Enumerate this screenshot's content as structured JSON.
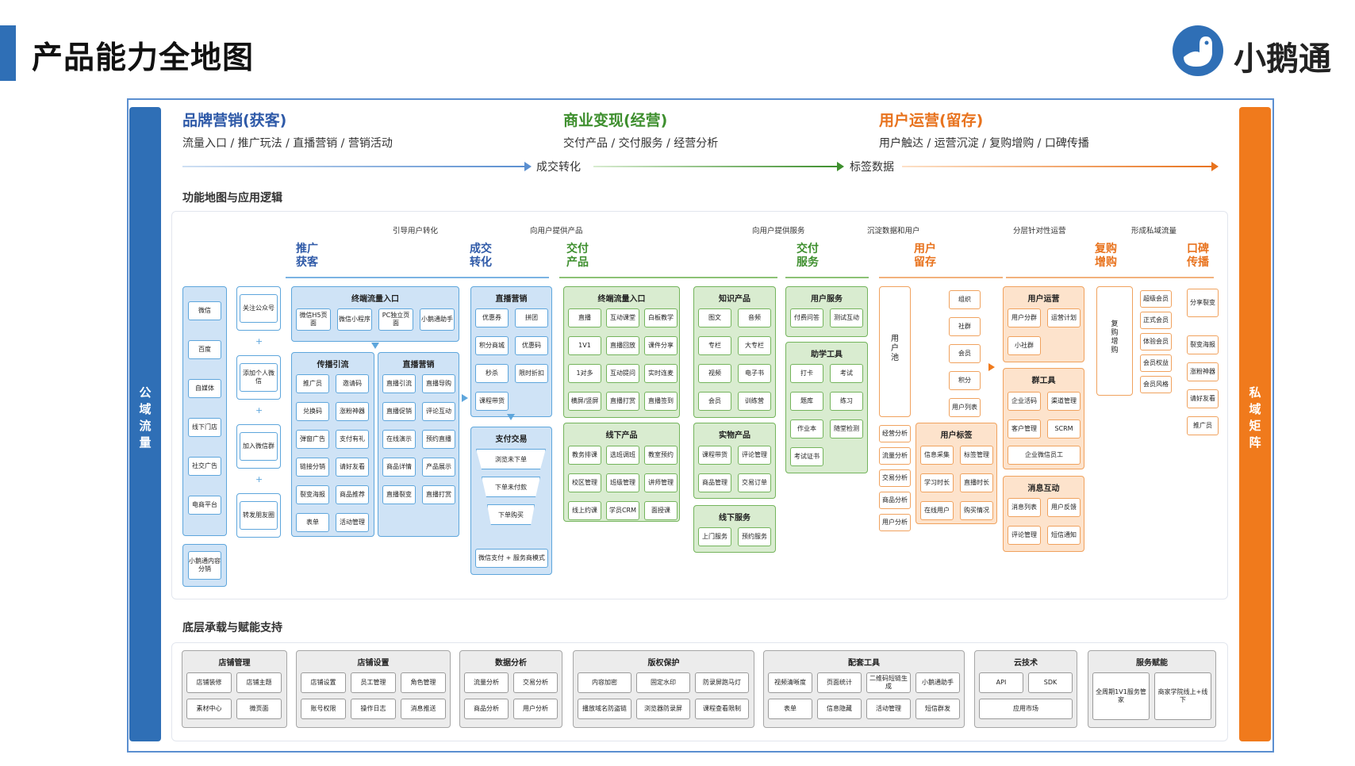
{
  "title": "产品能力全地图",
  "logo": "小鹅通",
  "left_bar": "公域流量",
  "right_bar": "私域矩阵",
  "phases": [
    {
      "title": "品牌营销(获客)",
      "sub": "流量入口 / 推广玩法 / 直播营销 / 营销活动",
      "color": "#2f5aa8"
    },
    {
      "title": "商业变现(经营)",
      "sub": "交付产品 / 交付服务 / 经营分析",
      "color": "#3e8f2e"
    },
    {
      "title": "用户运营(留存)",
      "sub": "用户触达 / 运营沉淀 / 复购增购 / 口碑传播",
      "color": "#e8731e"
    }
  ],
  "flow": [
    "成交转化",
    "标签数据"
  ],
  "section1": "功能地图与应用逻辑",
  "section2": "底层承载与赋能支持",
  "top_labels": [
    "引导用户转化",
    "向用户提供产品",
    "向用户提供服务",
    "沉淀数据和用户",
    "分层针对性运营",
    "形成私域流量"
  ],
  "col_heads": [
    "推广获客",
    "成交转化",
    "交付产品",
    "交付服务",
    "用户留存",
    "复购增购",
    "口碑传播"
  ],
  "sources": [
    "微信",
    "百度",
    "自媒体",
    "线下门店",
    "社交广告",
    "电商平台",
    "小鹅通内容分销"
  ],
  "follow": [
    "关注公众号",
    "添加个人微信",
    "加入微信群",
    "转发朋友圈"
  ],
  "terminal_in": {
    "title": "终端流量入口",
    "items": [
      "微信H5页面",
      "微信小程序",
      "PC独立页面",
      "小鹅通助手"
    ]
  },
  "spread": {
    "title": "传播引流",
    "items": [
      "推广员",
      "邀请码",
      "兑换码",
      "涨粉神器",
      "弹窗广告",
      "支付有礼",
      "链接分销",
      "请好友看",
      "裂变海报",
      "商品推荐",
      "表单",
      "活动管理"
    ]
  },
  "live_mkt": {
    "title": "直播营销",
    "items": [
      "直播引流",
      "直播导购",
      "直播促销",
      "评论互动",
      "在线演示",
      "预约直播",
      "商品详情",
      "产品展示",
      "直播裂变",
      "直播打赏"
    ]
  },
  "live_mkt2": {
    "title": "直播营销",
    "items": [
      "优惠券",
      "拼团",
      "积分商城",
      "优惠码",
      "秒杀",
      "限时折扣",
      "课程带货"
    ]
  },
  "pay": {
    "title": "支付交易",
    "steps": [
      "浏览未下单",
      "下单未付款",
      "下单购买"
    ],
    "bottom": "微信支付 + 服务商模式"
  },
  "term2": {
    "title": "终端流量入口",
    "items": [
      "直播",
      "互动课堂",
      "白板教学",
      "1V1",
      "直播回放",
      "课件分享",
      "1对多",
      "互动提问",
      "实时连麦",
      "横屏/竖屏",
      "直播打赏",
      "直播签到"
    ]
  },
  "offline": {
    "title": "线下产品",
    "items": [
      "教务排课",
      "选班调班",
      "教室预约",
      "校区管理",
      "班级管理",
      "讲师管理",
      "线上约课",
      "学员CRM",
      "面授课"
    ]
  },
  "knowledge": {
    "title": "知识产品",
    "items": [
      "图文",
      "音频",
      "专栏",
      "大专栏",
      "视频",
      "电子书",
      "会员",
      "训练营"
    ]
  },
  "physical": {
    "title": "实物产品",
    "items": [
      "课程带货",
      "评论管理",
      "商品管理",
      "交易订单"
    ]
  },
  "offline_svc": {
    "title": "线下服务",
    "items": [
      "上门服务",
      "预约服务"
    ]
  },
  "user_svc": {
    "title": "用户服务",
    "items": [
      "付费问答",
      "测试互动"
    ]
  },
  "study": {
    "title": "助学工具",
    "items": [
      "打卡",
      "考试",
      "题库",
      "练习",
      "作业本",
      "随堂检测",
      "考试证书"
    ]
  },
  "userpool": "用户池",
  "org": [
    "组织",
    "社群",
    "会员",
    "积分",
    "用户列表"
  ],
  "analysis": [
    "经营分析",
    "流量分析",
    "交易分析",
    "商品分析",
    "用户分析"
  ],
  "tags": {
    "title": "用户标签",
    "items": [
      "信息采集",
      "标签管理",
      "学习时长",
      "直播时长",
      "在线用户",
      "购买情况"
    ]
  },
  "ops": {
    "title": "用户运营",
    "items": [
      "用户分群",
      "运营计划",
      "小社群"
    ]
  },
  "group_tools": {
    "title": "群工具",
    "items": [
      "企业活码",
      "渠道管理",
      "客户管理",
      "SCRM",
      "企业微信员工"
    ]
  },
  "msg": {
    "title": "消息互动",
    "items": [
      "消息列表",
      "用户反馈",
      "评论管理",
      "短信通知"
    ]
  },
  "repurchase": "复购增购",
  "member": [
    "超级会员",
    "正式会员",
    "体验会员",
    "会员权益",
    "会员风格"
  ],
  "wom": [
    "分享裂变",
    "裂变海报",
    "涨粉神器",
    "请好友看",
    "推广员"
  ],
  "bottom": [
    {
      "title": "店铺管理",
      "items": [
        "店铺装修",
        "店铺主题",
        "素材中心",
        "微页面"
      ]
    },
    {
      "title": "店铺设置",
      "items": [
        "店铺设置",
        "员工管理",
        "角色管理",
        "账号权限",
        "操作日志",
        "消息推送"
      ]
    },
    {
      "title": "数据分析",
      "items": [
        "流量分析",
        "交易分析",
        "商品分析",
        "用户分析"
      ]
    },
    {
      "title": "版权保护",
      "items": [
        "内容加密",
        "固定水印",
        "防录屏跑马灯",
        "播放域名防盗链",
        "浏览器防录屏",
        "课程查看限制"
      ]
    },
    {
      "title": "配套工具",
      "items": [
        "视频清晰度",
        "页面统计",
        "二维码短链生成",
        "小鹅通助手",
        "表单",
        "信息隐藏",
        "活动管理",
        "短信群发"
      ]
    },
    {
      "title": "云技术",
      "items": [
        "API",
        "SDK",
        "应用市场"
      ]
    },
    {
      "title": "服务赋能",
      "items": [
        "全周期1V1服务管家",
        "商家学院线上+线下"
      ]
    }
  ]
}
